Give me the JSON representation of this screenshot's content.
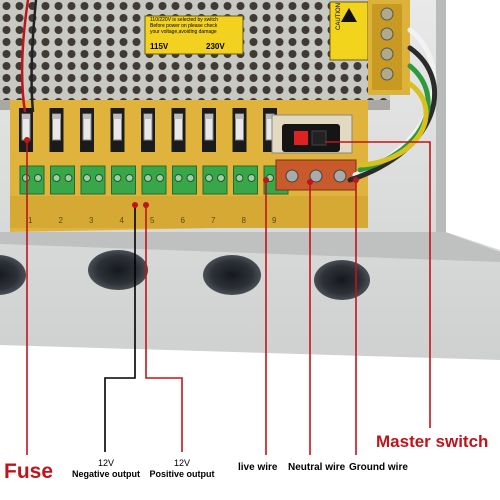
{
  "psu_label": {
    "line1": "110/220V is selected by switch",
    "line2": "Before power on please check",
    "line3": "your voltage,avoiding damage",
    "v115": "115V",
    "v230": "230V"
  },
  "caution_text": "CAUTION",
  "channel_numbers": [
    "1",
    "2",
    "3",
    "4",
    "5",
    "6",
    "7",
    "8",
    "9"
  ],
  "annotations": {
    "fuse": "Fuse",
    "negative": {
      "voltage": "12V",
      "label": "Negative output"
    },
    "positive": {
      "voltage": "12V",
      "label": "Positive output"
    },
    "live": "live wire",
    "neutral": "Neutral wire",
    "ground": "Ground wire",
    "master_switch": "Master switch"
  },
  "colors": {
    "annotation_red": "#c0141c",
    "board_yellow": "#e0b43c",
    "terminal_green": "#3aa64a",
    "enclosure_gray": "#dcdedd"
  }
}
